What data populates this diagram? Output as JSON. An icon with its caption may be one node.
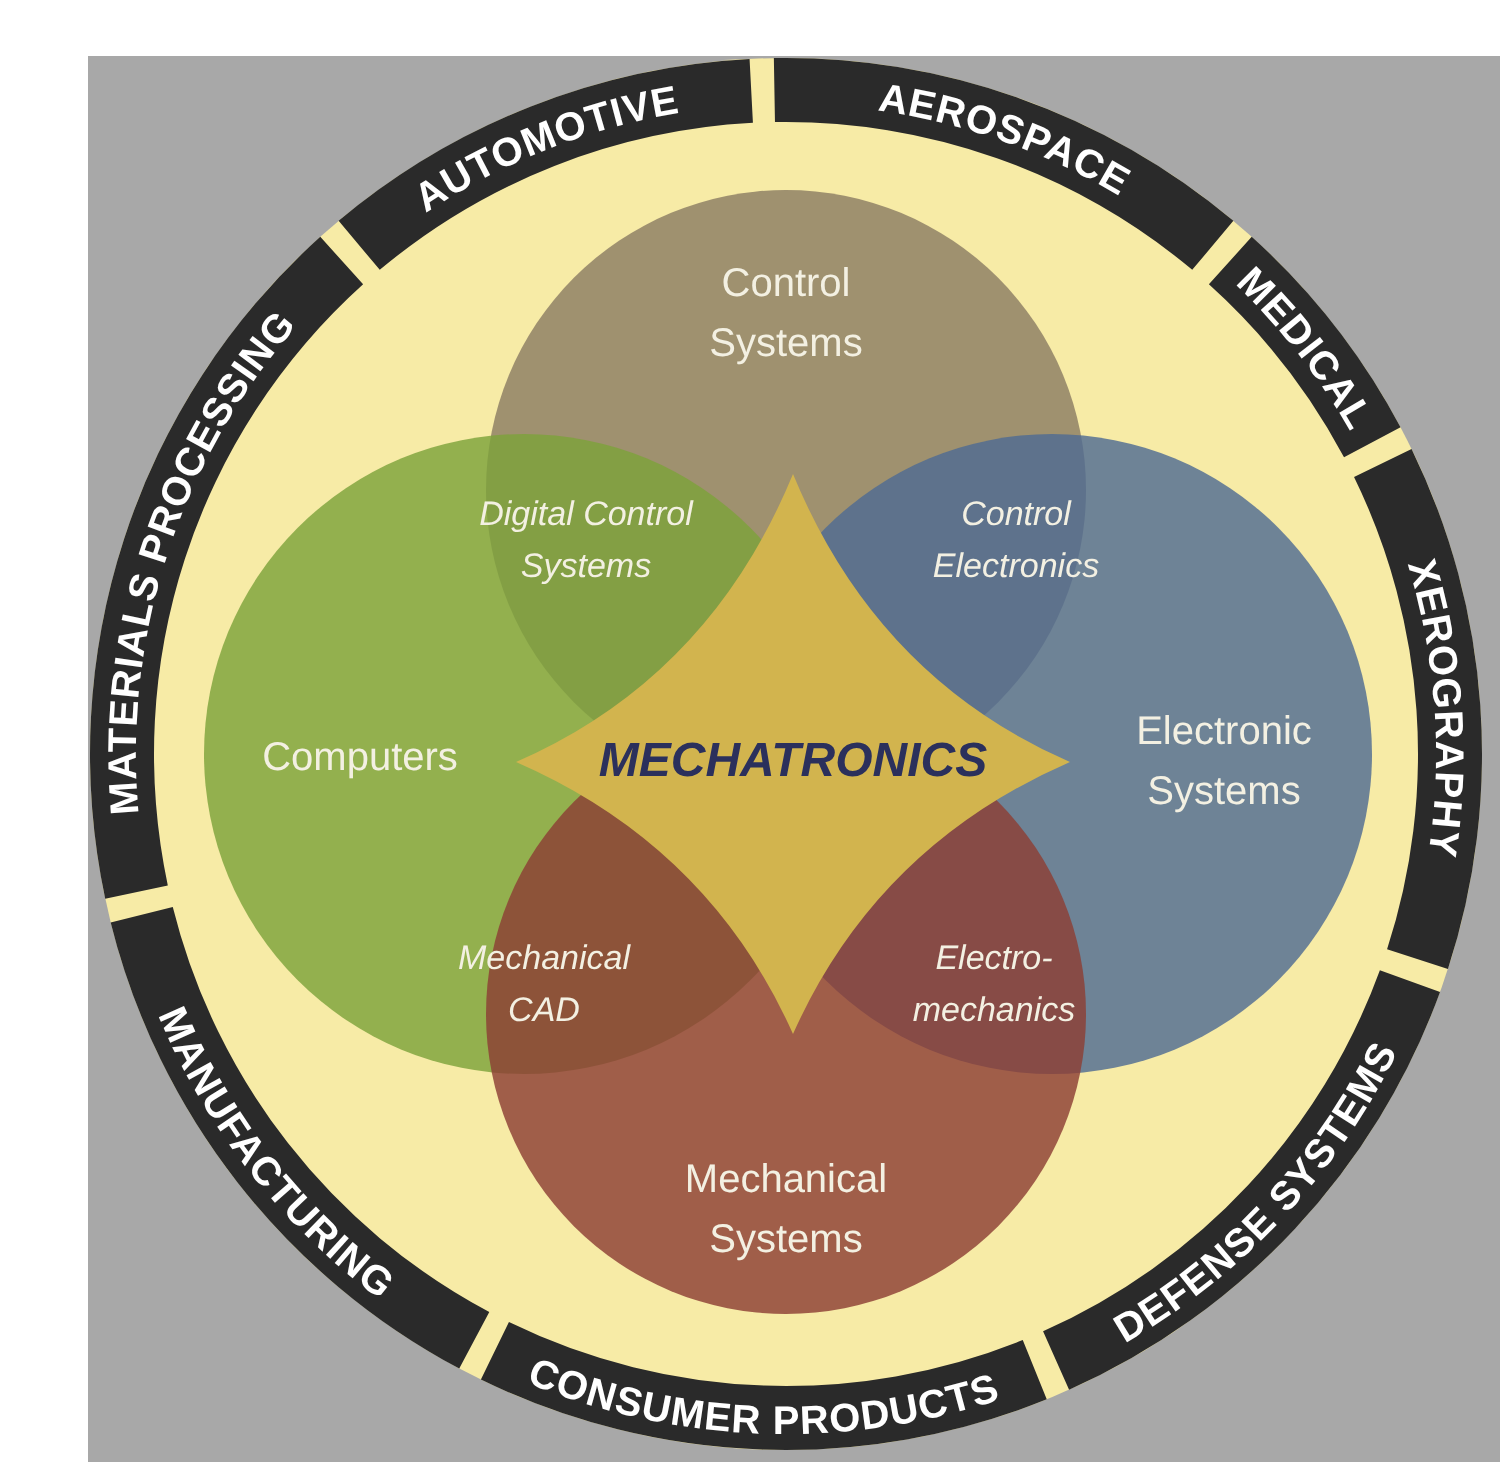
{
  "diagram": {
    "nodes": [
      {
        "text": [
          "AUTOMOTIVE"
        ]
      },
      {
        "text": [
          "AEROSPACE"
        ]
      },
      {
        "text": [
          "MATERIALS PROCESSING"
        ]
      },
      {
        "text": [
          "MEDICAL"
        ]
      },
      {
        "text": [
          "XEROGRAPHY"
        ]
      },
      {
        "text": [
          "Control Systems"
        ]
      },
      {
        "text": [
          "Computers"
        ]
      },
      {
        "text": [
          "MECHATRONICS"
        ]
      },
      {
        "text": [
          "Electronic Systems"
        ]
      },
      {
        "text": [
          "Mechanical Systems"
        ]
      },
      {
        "text": [
          "MANUFACTURING"
        ]
      },
      {
        "text": [
          "DEFENSE SYSTEMS"
        ]
      },
      {
        "text": [
          "CONSUMER PRODUCTS"
        ]
      }
    ],
    "edges": [],
    "labels": [
      "Digital Control Systems",
      "Control Electronics",
      "Mechanical CAD",
      "Electro- mechanics"
    ]
  }
}
